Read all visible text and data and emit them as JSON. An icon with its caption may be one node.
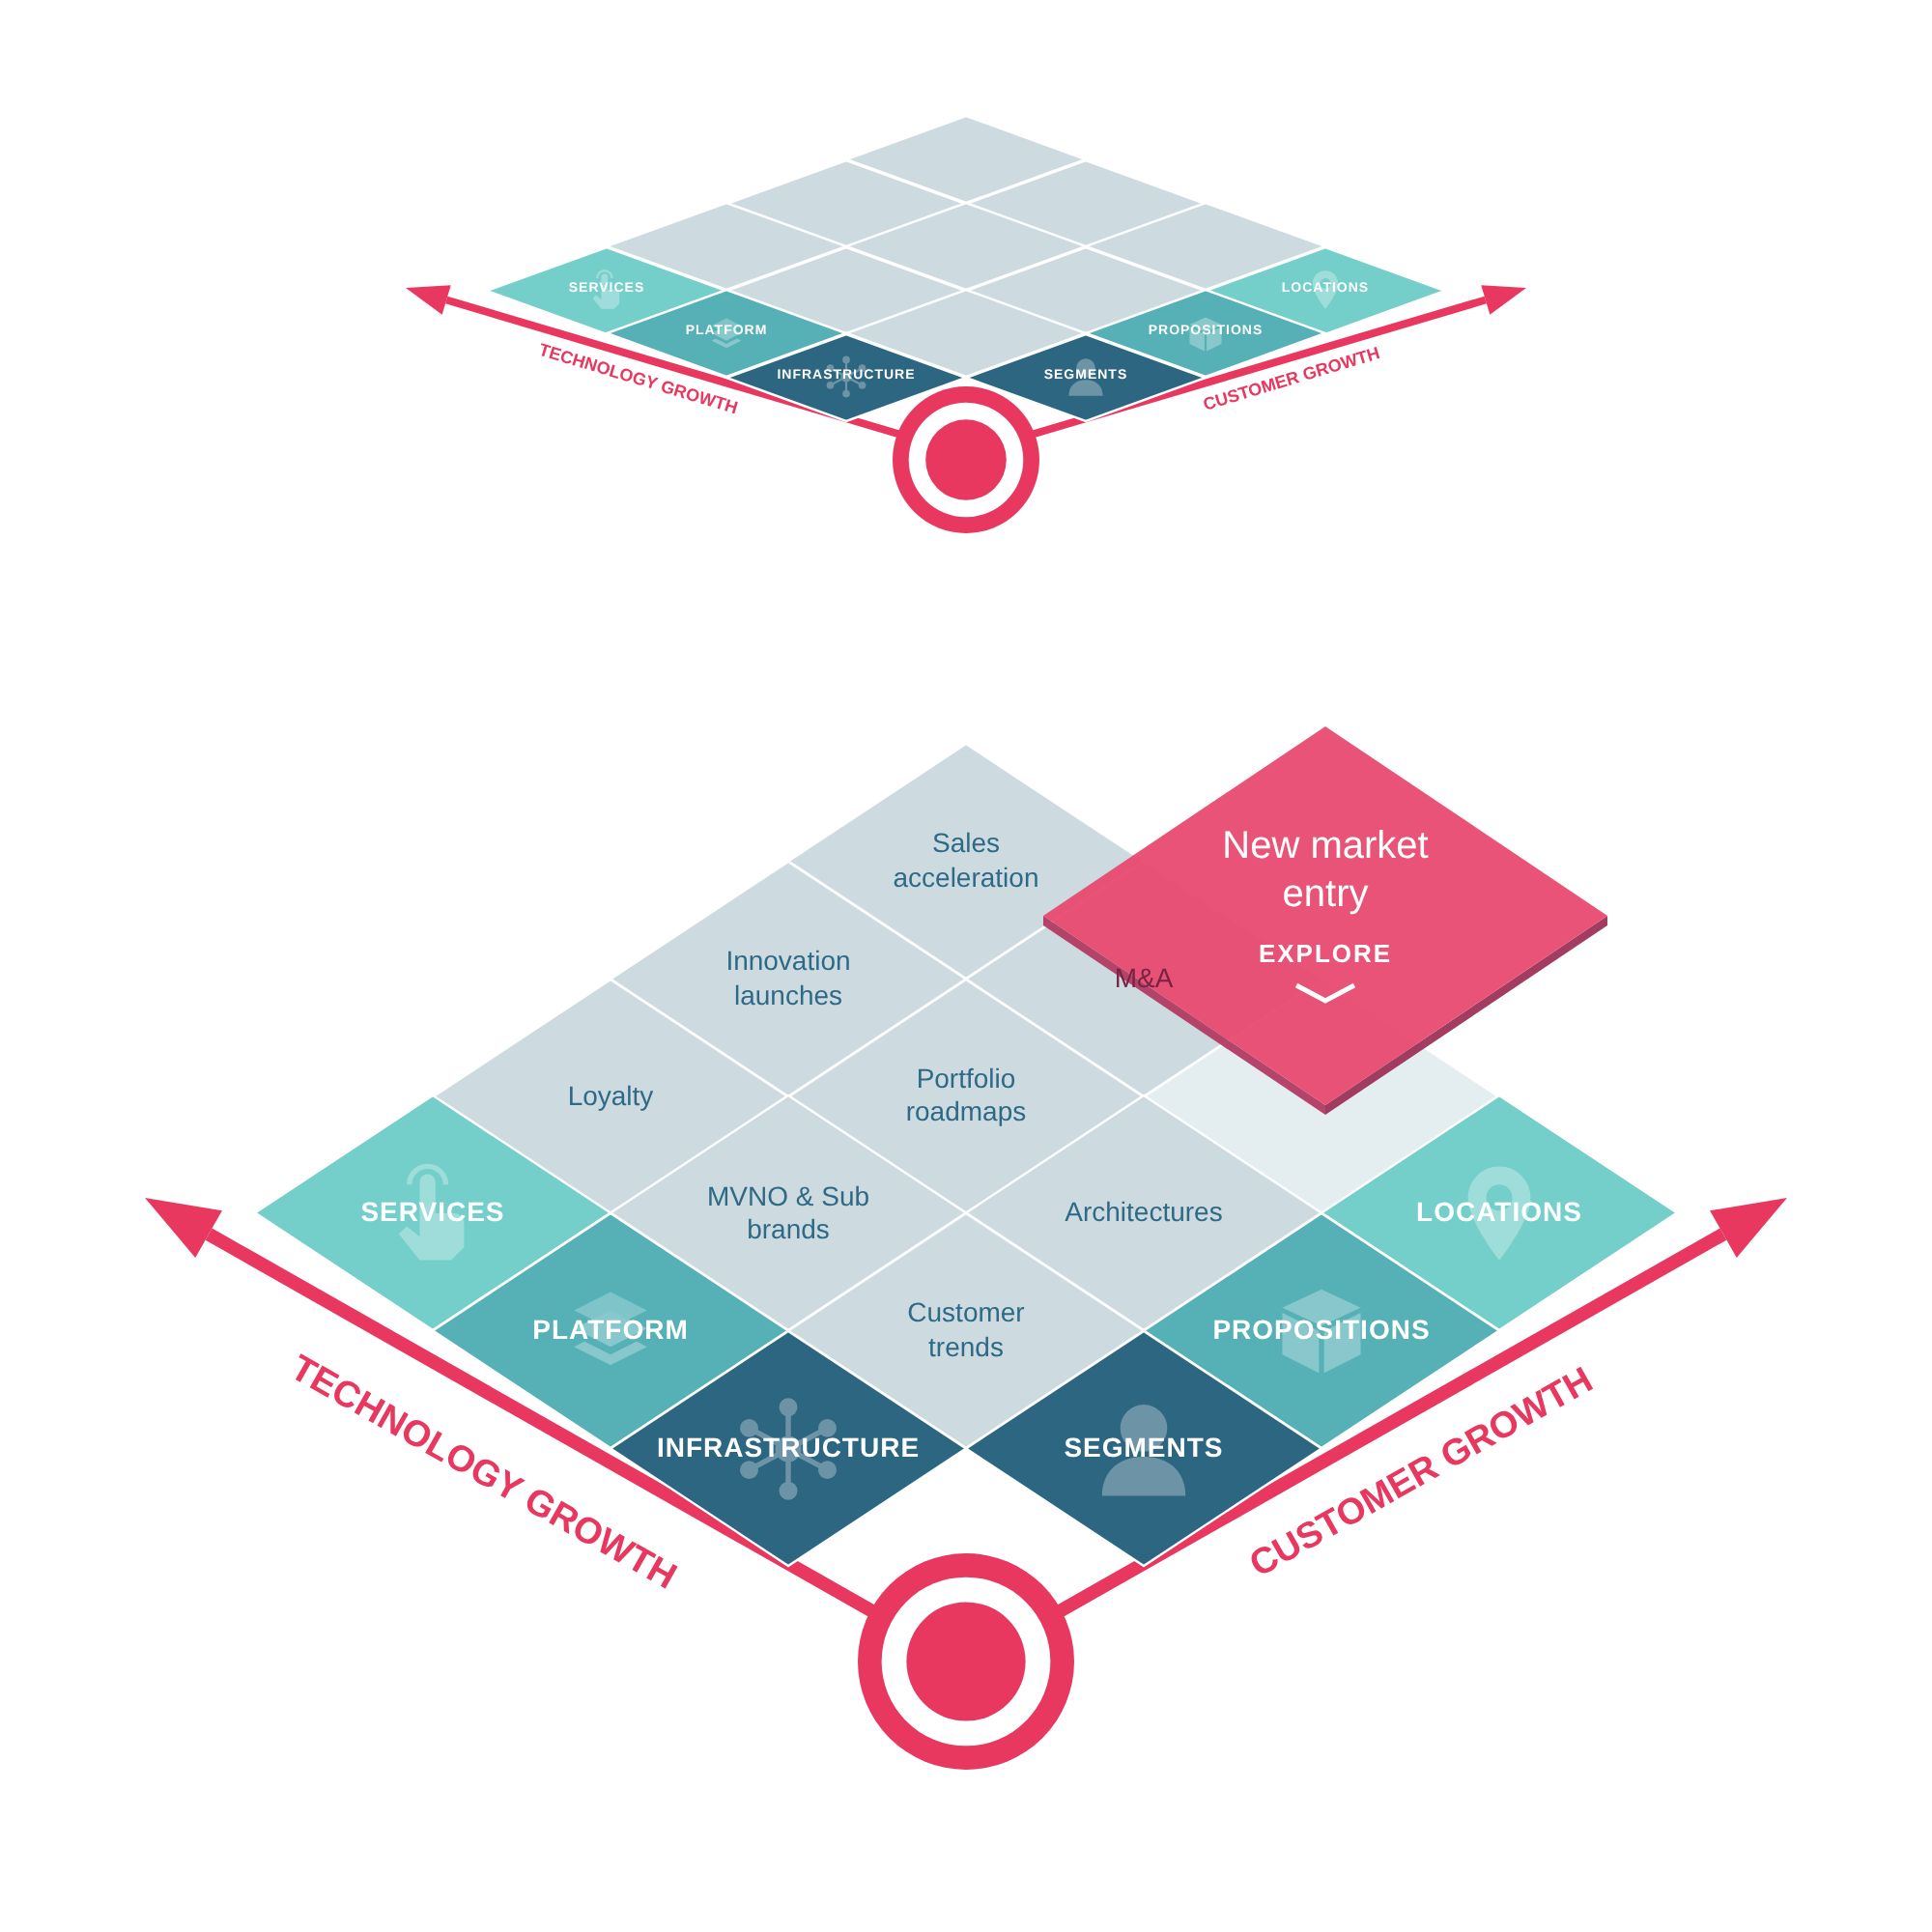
{
  "diagram": {
    "nodes": [
      {
        "text": [],
        "shape": "diamond"
      },
      {
        "text": [],
        "shape": "diamond"
      },
      {
        "text": [],
        "shape": "diamond"
      },
      {
        "text": [],
        "shape": "diamond"
      },
      {
        "text": [],
        "shape": "diamond"
      },
      {
        "text": [],
        "shape": "diamond"
      },
      {
        "text": [
          "SERVICES"
        ]
      },
      {
        "text": [],
        "shape": "diamond"
      },
      {
        "text": [],
        "shape": "diamond"
      },
      {
        "text": [
          "LOCATIONS"
        ]
      },
      {
        "text": [
          "PLATFORM"
        ]
      },
      {
        "text": [],
        "shape": "diamond"
      },
      {
        "text": [
          "PROPOSITIONS"
        ]
      },
      {
        "text": [
          "INFRASTRUCTURE"
        ]
      },
      {
        "text": [
          "SEGMENTS"
        ]
      },
      {
        "text": [
          "Sales acceleration"
        ]
      },
      {
        "text": [
          "New market entry",
          "EXPLORE"
        ]
      },
      {
        "text": [
          "Innovation launches"
        ]
      },
      {
        "text": [
          "M&A"
        ]
      },
      {
        "text": [
          "Loyalty"
        ]
      },
      {
        "text": [
          "Portfolio roadmaps"
        ]
      },
      {
        "text": [],
        "shape": "diamond"
      },
      {
        "text": [
          "SERVICES"
        ]
      },
      {
        "text": [
          "MVNO & Sub brands"
        ]
      },
      {
        "text": [
          "Architectures"
        ]
      },
      {
        "text": [
          "LOCATIONS"
        ]
      },
      {
        "text": [
          "PLATFORM"
        ]
      },
      {
        "text": [
          "Customer trends"
        ]
      },
      {
        "text": [
          "PROPOSITIONS"
        ]
      },
      {
        "text": [
          "INFRASTRUCTURE"
        ]
      },
      {
        "text": [
          "SEGMENTS"
        ]
      }
    ],
    "labels": [
      "TECHNOLOGY GROWTH",
      "CUSTOMER GROWTH",
      "TECHNOLOGY GROWTH",
      "CUSTOMER GROWTH"
    ]
  }
}
